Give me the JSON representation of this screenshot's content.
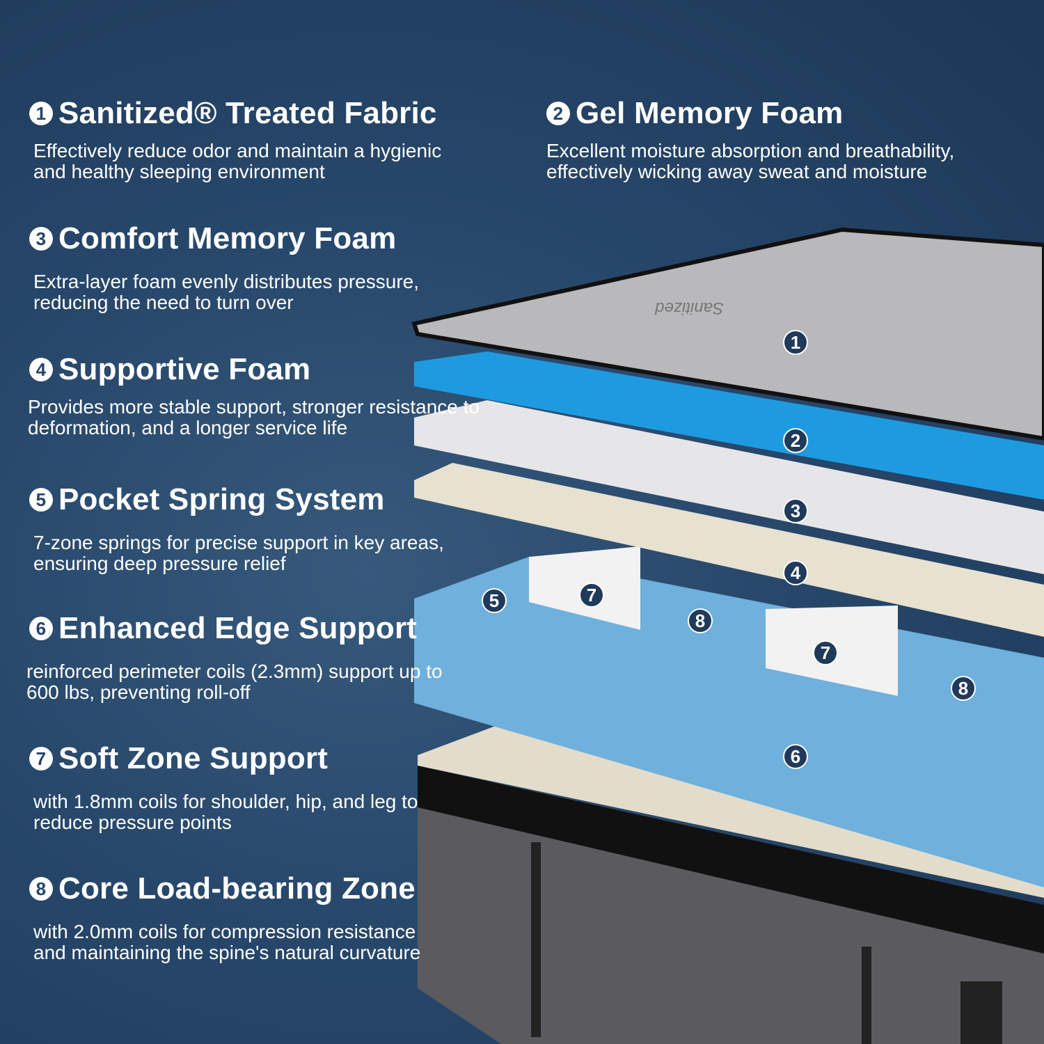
{
  "features": [
    {
      "num": "1",
      "title": "Sanitized® Treated Fabric",
      "desc": "Effectively reduce odor and maintain a hygienic and healthy sleeping environment"
    },
    {
      "num": "2",
      "title": "Gel Memory Foam",
      "desc": "Excellent moisture absorption and breathability, effectively wicking away sweat and moisture"
    },
    {
      "num": "3",
      "title": "Comfort Memory Foam",
      "desc": "Extra-layer foam evenly distributes pressure, reducing the need to turn over"
    },
    {
      "num": "4",
      "title": "Supportive Foam",
      "desc": "Provides more stable support, stronger resistance to deformation, and a longer service life"
    },
    {
      "num": "5",
      "title": "Pocket Spring System",
      "desc": "7-zone springs for precise support in key areas, ensuring deep pressure relief"
    },
    {
      "num": "6",
      "title": "Enhanced Edge Support",
      "desc": "reinforced perimeter coils (2.3mm) support up to 600 lbs, preventing roll-off"
    },
    {
      "num": "7",
      "title": "Soft Zone Support",
      "desc": "with 1.8mm coils for shoulder, hip, and leg to reduce pressure points"
    },
    {
      "num": "8",
      "title": "Core Load-bearing Zone",
      "desc": "with 2.0mm coils for compression resistance and  maintaining the spine's natural curvature"
    }
  ],
  "badges": [
    "1",
    "2",
    "3",
    "4",
    "5",
    "7",
    "8",
    "7",
    "8",
    "6"
  ],
  "fabric_logo": "Sanitized",
  "colors": {
    "background": "#27476a",
    "gel_layer": "#1e9be0",
    "springs": "#6fb0dc",
    "cover": "#b9b9bb"
  }
}
